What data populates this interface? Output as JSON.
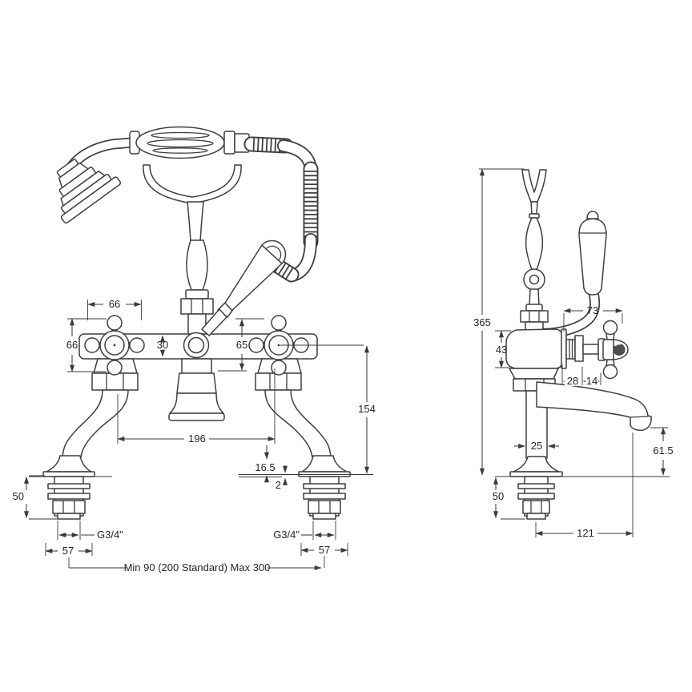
{
  "colors": {
    "background": "#ffffff",
    "line": "#3f3f3f",
    "dimension_line": "#3a3a3a",
    "text": "#262626",
    "handle_ball_shade": "#4f4f4f"
  },
  "front_view": {
    "dims": {
      "handle_width": "66",
      "handle_height": "66",
      "body_height": "30",
      "valve_height": "65",
      "center_height": "154",
      "hot_cold_centers": "196",
      "deck_offset": "16.5",
      "washer_gap": "2",
      "shank_length": "50",
      "thread_size_left": "G3/4\"",
      "base_width_left": "57",
      "thread_size_right": "G3/4\"",
      "base_width_right": "57",
      "mounting_centers": "Min 90 (200 Standard) Max 300"
    }
  },
  "side_view": {
    "dims": {
      "overall_height": "365",
      "valve_body_height": "43",
      "handle_projection": "73",
      "spindle_length": "28",
      "hub_depth": "14",
      "column_width": "25",
      "spout_clearance": "61.5",
      "shank_length": "50",
      "spout_projection": "121"
    }
  }
}
